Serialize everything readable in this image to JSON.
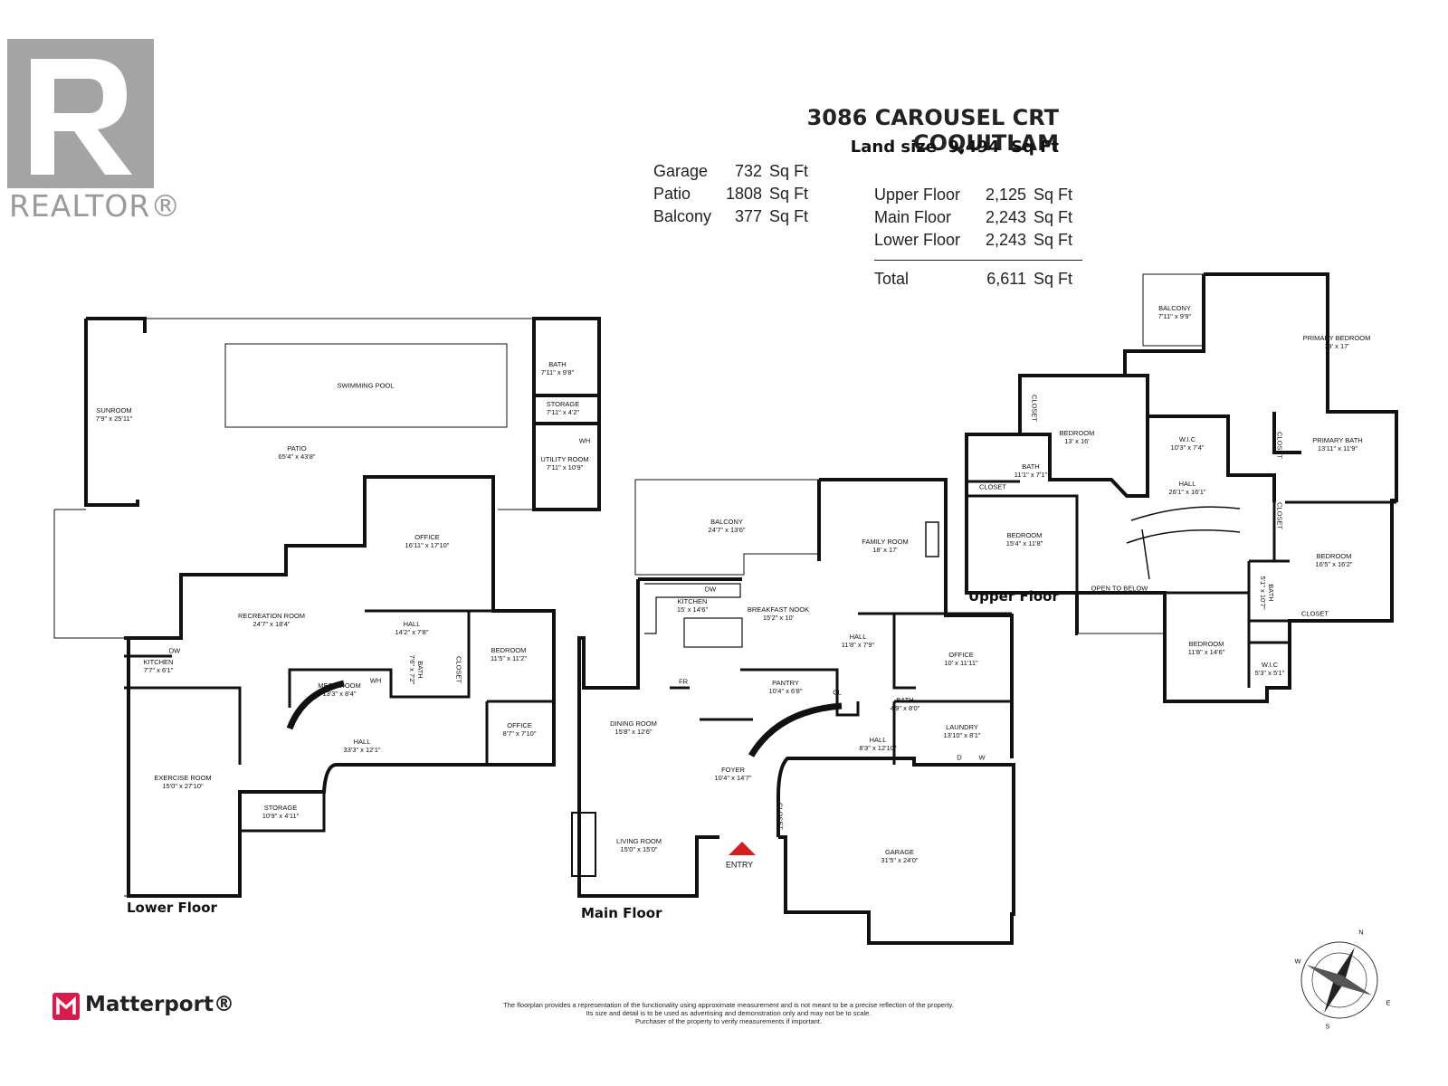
{
  "brand": {
    "realtor": "REALTOR®",
    "matterport": "Matterport®"
  },
  "header": {
    "address": "3086 CAROUSEL CRT COQUITLAM",
    "land_label": "Land size",
    "land_value": "9,494",
    "unit": "Sq Ft"
  },
  "stats_left": [
    {
      "name": "Garage",
      "value": "732",
      "unit": "Sq Ft"
    },
    {
      "name": "Patio",
      "value": "1808",
      "unit": "Sq Ft"
    },
    {
      "name": "Balcony",
      "value": "377",
      "unit": "Sq Ft"
    }
  ],
  "stats_right": [
    {
      "name": "Upper Floor",
      "value": "2,125",
      "unit": "Sq Ft"
    },
    {
      "name": "Main   Floor",
      "value": "2,243",
      "unit": "Sq Ft"
    },
    {
      "name": "Lower Floor",
      "value": "2,243",
      "unit": "Sq Ft"
    }
  ],
  "total": {
    "name": "Total",
    "value": "6,611",
    "unit": "Sq Ft"
  },
  "floors": {
    "lower": "Lower Floor",
    "main": "Main Floor",
    "upper": "Upper Floor"
  },
  "rooms_lower": [
    {
      "name": "SWIMMING POOL",
      "dim": ""
    },
    {
      "name": "SUNROOM",
      "dim": "7'9\" x 25'11\""
    },
    {
      "name": "PATIO",
      "dim": "65'4\" x 43'8\""
    },
    {
      "name": "BATH",
      "dim": "7'11\" x 9'8\""
    },
    {
      "name": "STORAGE",
      "dim": "7'11\" x 4'2\""
    },
    {
      "name": "UTILITY ROOM",
      "dim": "7'11\" x 10'9\""
    },
    {
      "name": "OFFICE",
      "dim": "16'11\" x 17'10\""
    },
    {
      "name": "RECREATION ROOM",
      "dim": "24'7\" x 18'4\""
    },
    {
      "name": "HALL",
      "dim": "14'2\" x 7'8\""
    },
    {
      "name": "BEDROOM",
      "dim": "11'5\" x 11'2\""
    },
    {
      "name": "KITCHEN",
      "dim": "7'7\" x 6'1\""
    },
    {
      "name": "MECH ROOM",
      "dim": "13'3\" x 8'4\""
    },
    {
      "name": "BATH",
      "dim": "7'6\" x 7'2\""
    },
    {
      "name": "HALL",
      "dim": "33'3\" x 12'1\""
    },
    {
      "name": "OFFICE",
      "dim": "8'7\" x 7'10\""
    },
    {
      "name": "EXERCISE ROOM",
      "dim": "15'0\" x 27'10\""
    },
    {
      "name": "STORAGE",
      "dim": "10'9\" x 4'11\""
    }
  ],
  "rooms_main": [
    {
      "name": "BALCONY",
      "dim": "24'7\" x 13'6\""
    },
    {
      "name": "FAMILY ROOM",
      "dim": "18' x 17'"
    },
    {
      "name": "KITCHEN",
      "dim": "15' x 14'6\""
    },
    {
      "name": "BREAKFAST NOOK",
      "dim": "15'2\" x 10'"
    },
    {
      "name": "HALL",
      "dim": "11'8\" x 7'9\""
    },
    {
      "name": "OFFICE",
      "dim": "10' x 11'11\""
    },
    {
      "name": "PANTRY",
      "dim": "10'4\" x 6'8\""
    },
    {
      "name": "BATH",
      "dim": "4'9\" x 8'0\""
    },
    {
      "name": "DINING ROOM",
      "dim": "15'8\" x 12'6\""
    },
    {
      "name": "LAUNDRY",
      "dim": "13'10\" x 8'1\""
    },
    {
      "name": "HALL",
      "dim": "8'3\" x 12'10\""
    },
    {
      "name": "FOYER",
      "dim": "10'4\" x 14'7\""
    },
    {
      "name": "LIVING ROOM",
      "dim": "15'0\" x 15'0\""
    },
    {
      "name": "GARAGE",
      "dim": "31'5\" x 24'0\""
    }
  ],
  "rooms_upper": [
    {
      "name": "BALCONY",
      "dim": "7'11\" x 9'9\""
    },
    {
      "name": "PRIMARY BEDROOM",
      "dim": "19' x 17'"
    },
    {
      "name": "BEDROOM",
      "dim": "13' x 16'"
    },
    {
      "name": "W.I.C",
      "dim": "10'3\" x 7'4\""
    },
    {
      "name": "PRIMARY BATH",
      "dim": "13'11\" x 11'9\""
    },
    {
      "name": "BATH",
      "dim": "11'1\" x 7'1\""
    },
    {
      "name": "HALL",
      "dim": "26'1\" x 16'1\""
    },
    {
      "name": "BEDROOM",
      "dim": "15'4\" x 11'8\""
    },
    {
      "name": "BEDROOM",
      "dim": "16'5\" x 16'2\""
    },
    {
      "name": "OPEN TO BELOW",
      "dim": ""
    },
    {
      "name": "BATH",
      "dim": "5'1\" x 10'7\""
    },
    {
      "name": "BEDROOM",
      "dim": "11'8\" x 14'6\""
    },
    {
      "name": "W.I.C",
      "dim": "5'3\" x 5'1\""
    }
  ],
  "small_labels": {
    "dw": "DW",
    "wh": "WH",
    "fr": "FR",
    "cl": "CL",
    "d": "D",
    "w": "W",
    "closet": "CLOSET",
    "entry": "ENTRY"
  },
  "compass": {
    "n": "N",
    "e": "E",
    "s": "S",
    "w": "W"
  },
  "disclaimer": [
    "The floorplan provides a representation of the functionality using approximate measurement and is not meant to be a precise reflection of the property.",
    "Its size and detail is to be used as advertising and demonstration only and may not be to scale.",
    "Purchaser of the property to verify measurements if important."
  ]
}
